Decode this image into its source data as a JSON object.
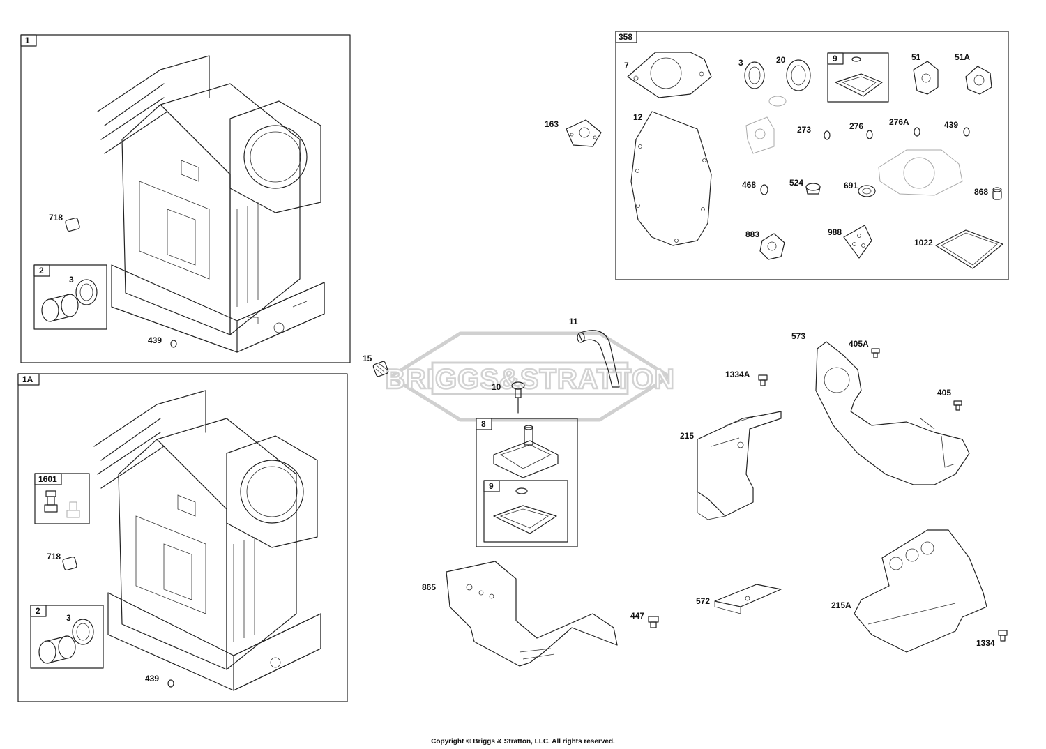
{
  "boxes": {
    "b1": "1",
    "b1a": "1A",
    "b2a": "2",
    "b2b": "2",
    "b1601": "1601",
    "b358": "358",
    "b9top": "9",
    "b8": "8",
    "b9mid": "9"
  },
  "labels": {
    "l718a": "718",
    "l3a": "3",
    "l439a": "439",
    "l718b": "718",
    "l3b": "3",
    "l439b": "439",
    "l15": "15",
    "l10": "10",
    "l11": "11",
    "l163": "163",
    "l865": "865",
    "l447": "447",
    "l572": "572",
    "l215": "215",
    "l1334a": "1334A",
    "l573": "573",
    "l405a": "405A",
    "l405": "405",
    "l215a": "215A",
    "l1334": "1334",
    "l7": "7",
    "l3c": "3",
    "l20": "20",
    "l51": "51",
    "l51a": "51A",
    "l12": "12",
    "l273": "273",
    "l276": "276",
    "l276a": "276A",
    "l439c": "439",
    "l468": "468",
    "l524": "524",
    "l691": "691",
    "l868": "868",
    "l883": "883",
    "l988": "988",
    "l1022": "1022"
  },
  "watermark": "BRIGGS&STRATTON",
  "copyright": "Copyright © Briggs & Stratton, LLC. All rights reserved."
}
